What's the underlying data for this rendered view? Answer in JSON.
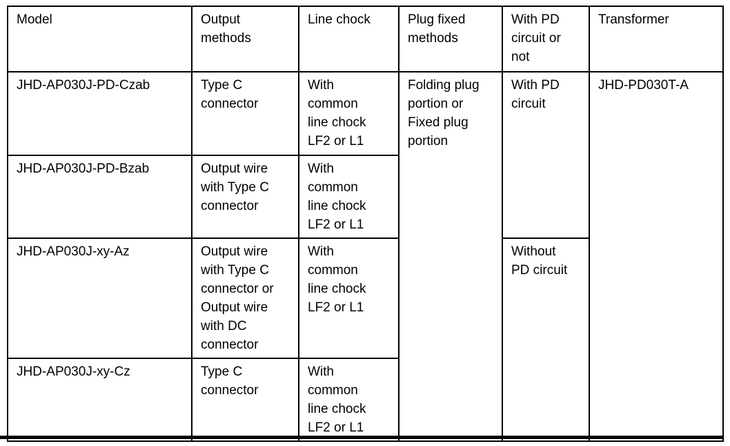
{
  "table": {
    "header": {
      "model": "Model",
      "output_methods": "Output\nmethods",
      "line_chock": "Line chock",
      "plug_fixed_methods": "Plug fixed\nmethods",
      "with_pd_circuit_or_not": "With PD\ncircuit or\nnot",
      "transformer": "Transformer"
    },
    "rows": [
      {
        "model": "JHD-AP030J-PD-Czab",
        "output_methods": "Type C\nconnector",
        "line_chock": "With\ncommon\nline chock\nLF2 or L1"
      },
      {
        "model": "JHD-AP030J-PD-Bzab",
        "output_methods": "Output wire\nwith Type C\nconnector",
        "line_chock": "With\ncommon\nline chock\nLF2 or L1"
      },
      {
        "model": "JHD-AP030J-xy-Az",
        "output_methods": "Output wire\nwith Type C\nconnector or\nOutput wire\nwith DC\nconnector",
        "line_chock": "With\ncommon\nline chock\nLF2 or L1"
      },
      {
        "model": "JHD-AP030J-xy-Cz",
        "output_methods": "Type C\nconnector",
        "line_chock": "With\ncommon\nline chock\nLF2 or L1"
      }
    ],
    "merged_cells": {
      "plug_fixed_methods": "Folding plug\nportion or\nFixed plug\nportion",
      "with_pd_circuit": "With PD\ncircuit",
      "without_pd_circuit": "Without\nPD circuit",
      "transformer": "JHD-PD030T-A"
    },
    "colors": {
      "border": "#000000",
      "text": "#000000",
      "background": "#ffffff"
    }
  }
}
